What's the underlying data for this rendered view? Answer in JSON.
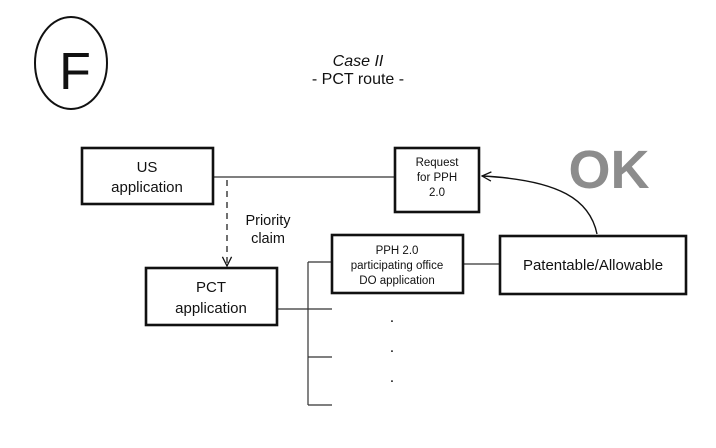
{
  "badge": {
    "letter": "F"
  },
  "header": {
    "title": "Case II",
    "subtitle": "- PCT route -"
  },
  "nodes": {
    "us_application": {
      "lines": [
        "US",
        "application"
      ]
    },
    "request_pph": {
      "lines": [
        "Request",
        "for PPH",
        "2.0"
      ]
    },
    "pct_application": {
      "lines": [
        "PCT",
        "application"
      ]
    },
    "pph_do_application": {
      "lines": [
        "PPH 2.0",
        "participating office",
        "DO application"
      ]
    },
    "patentable": {
      "lines": [
        "Patentable/Allowable"
      ]
    }
  },
  "edge_labels": {
    "priority_claim": [
      "Priority",
      "claim"
    ]
  },
  "status": {
    "ok_label": "OK",
    "ok_color": "#8c8c8c"
  },
  "ellipsis": {
    "dots": [
      ".",
      ".",
      "."
    ]
  }
}
